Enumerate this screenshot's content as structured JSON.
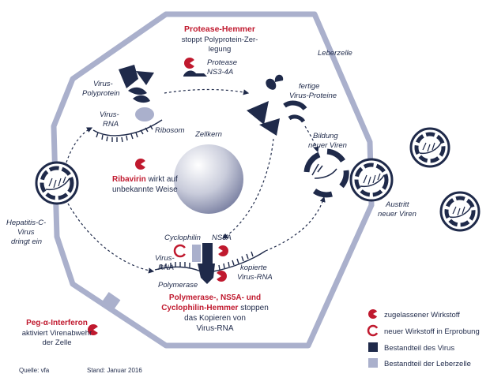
{
  "colors": {
    "virus": "#1f2a4a",
    "cell": "#aab0cc",
    "drug": "#c0192e",
    "nucleus": "#c8cbd8"
  },
  "labels": {
    "leberzelle": "Leberzelle",
    "zellkern": "Zellkern",
    "protease_nhemmer_title": "Protease-Hemmer",
    "protease_hemmer_line1": "stoppt Polyprotein-Zer-",
    "protease_hemmer_line2": "legung",
    "protease_l1": "Protease",
    "protease_l2": "NS3-4A",
    "virus_polyprotein_l1": "Virus-",
    "virus_polyprotein_l2": "Polyprotein",
    "virus_rna_top_l1": "Virus-",
    "virus_rna_top_l2": "RNA",
    "ribosom": "Ribosom",
    "fertige_l1": "fertige",
    "fertige_l2": "Virus-Proteine",
    "bildung_l1": "Bildung",
    "bildung_l2": "neuer Viren",
    "austritt_l1": "Austritt",
    "austritt_l2": "neuer Viren",
    "ribavirin_name": "Ribavirin",
    "ribavirin_rest": " wirkt auf",
    "ribavirin_l2": "unbekannte Weise",
    "hepatitis_l1": "Hepatitis-C-",
    "hepatitis_l2": "Virus",
    "hepatitis_l3": "dringt ein",
    "cyclophilin": "Cyclophilin",
    "ns5a": "NS5A",
    "virus_rna_bottom_l1": "Virus-",
    "virus_rna_bottom_l2": "RNA",
    "polymerase": "Polymerase",
    "kopierte_l1": "kopierte",
    "kopierte_l2": "Virus-RNA",
    "poly_hemmer_l1": "Polymerase-, NS5A- und",
    "poly_hemmer_l2_red": "Cyclophilin-Hemmer",
    "poly_hemmer_l2_rest": " stoppen",
    "poly_hemmer_l3": "das Kopieren von",
    "poly_hemmer_l4": "Virus-RNA",
    "peg_name": "Peg-α-Interferon",
    "peg_l2": "aktiviert Virenabwehr",
    "peg_l3": "der Zelle"
  },
  "legend": [
    {
      "key": "approved",
      "label": "zugelassener Wirkstoff"
    },
    {
      "key": "trial",
      "label": "neuer Wirkstoff in Erprobung"
    },
    {
      "key": "virus",
      "label": "Bestandteil des Virus"
    },
    {
      "key": "cell",
      "label": "Bestandteil der Leberzelle"
    }
  ],
  "footer": {
    "source": "Quelle: vfa",
    "date": "Stand: Januar 2016"
  }
}
